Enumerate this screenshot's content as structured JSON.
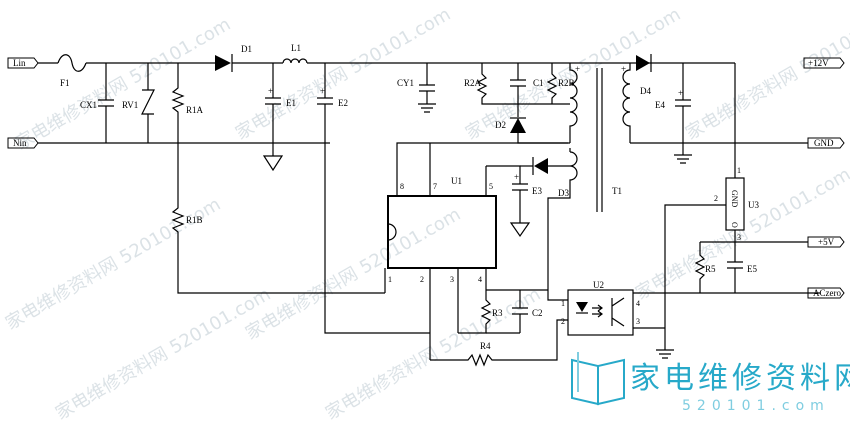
{
  "terminals": {
    "lin": "Lin",
    "nin": "Nin",
    "p12v": "+12V",
    "gnd": "GND",
    "p5v": "+5V",
    "aczero": "ACzero"
  },
  "components": {
    "f1": "F1",
    "cx1": "CX1",
    "rv1": "RV1",
    "r1a": "R1A",
    "r1b": "R1B",
    "d1": "D1",
    "l1": "L1",
    "e1": "E1",
    "e2": "E2",
    "cy1": "CY1",
    "r2a": "R2A",
    "c1": "C1",
    "r2b": "R2B",
    "d2": "D2",
    "d3": "D3",
    "e3": "E3",
    "t1": "T1",
    "u1": "U1",
    "d4": "D4",
    "e4": "E4",
    "u3": "U3",
    "u3_gnd": "GND",
    "u3_o": "O",
    "r5": "R5",
    "e5": "E5",
    "r3": "R3",
    "c2": "C2",
    "r4": "R4",
    "u2": "U2"
  },
  "pins": {
    "u1_p8": "8",
    "u1_p7": "7",
    "u1_p5": "5",
    "u1_p1": "1",
    "u1_p2": "2",
    "u1_p3": "3",
    "u1_p4": "4",
    "u2_p1": "1",
    "u2_p2": "2",
    "u2_p3": "3",
    "u2_p4": "4",
    "u3_p1": "1",
    "u3_p2": "2",
    "u3_p3": "3"
  },
  "watermark": {
    "brand_text": "家电维修资料网",
    "brand_url": "520101.com",
    "tiled_text": "家电维修资料网 520101.com"
  }
}
